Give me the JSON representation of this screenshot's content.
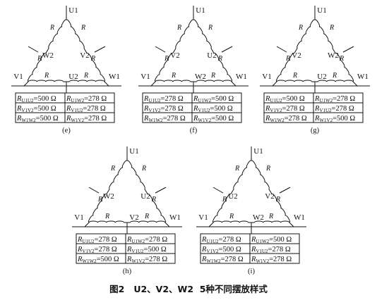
{
  "caption": "图2   U2、V2、W2  5种不同摆放样式",
  "panels": [
    {
      "id": "e",
      "label": "(e)",
      "corners": {
        "top": "U1",
        "left": "V1",
        "right": "W1"
      },
      "inner": {
        "left": "W2",
        "right": "V2",
        "bottom": "U2"
      },
      "r": "R",
      "table": [
        [
          {
            "sub": "U1U2",
            "val": "=500 Ω"
          },
          {
            "sub": "U1W2",
            "val": "=278 Ω"
          }
        ],
        [
          {
            "sub": "V1V2",
            "val": "=500 Ω"
          },
          {
            "sub": "V1U2",
            "val": "=278 Ω"
          }
        ],
        [
          {
            "sub": "W1W2",
            "val": "=500 Ω"
          },
          {
            "sub": "W1V2",
            "val": "=278 Ω"
          }
        ]
      ]
    },
    {
      "id": "f",
      "label": "(f)",
      "corners": {
        "top": "U1",
        "left": "V1",
        "right": "W1"
      },
      "inner": {
        "left": "V2",
        "right": "U2",
        "bottom": "W2"
      },
      "r": "R",
      "table": [
        [
          {
            "sub": "U1U2",
            "val": "=278 Ω"
          },
          {
            "sub": "U1W2",
            "val": "=500 Ω"
          }
        ],
        [
          {
            "sub": "V1V2",
            "val": "=278 Ω"
          },
          {
            "sub": "V1U2",
            "val": "=500 Ω"
          }
        ],
        [
          {
            "sub": "W1W2",
            "val": "=278 Ω"
          },
          {
            "sub": "W1V2",
            "val": "=500 Ω"
          }
        ]
      ]
    },
    {
      "id": "g",
      "label": "(g)",
      "corners": {
        "top": "U1",
        "left": "V1",
        "right": "W1"
      },
      "inner": {
        "left": "V2",
        "right": "W2",
        "bottom": "U2"
      },
      "r": "R",
      "table": [
        [
          {
            "sub": "U1U2",
            "val": "=500 Ω"
          },
          {
            "sub": "U1W2",
            "val": "=278 Ω"
          }
        ],
        [
          {
            "sub": "V1V2",
            "val": "=278 Ω"
          },
          {
            "sub": "V1U2",
            "val": "=278 Ω"
          }
        ],
        [
          {
            "sub": "W1W2",
            "val": "=278 Ω"
          },
          {
            "sub": "W1V2",
            "val": "=500 Ω"
          }
        ]
      ]
    },
    {
      "id": "h",
      "label": "(h)",
      "corners": {
        "top": "U1",
        "left": "V1",
        "right": "W1"
      },
      "inner": {
        "left": "W2",
        "right": "U2",
        "bottom": "V2"
      },
      "r": "R",
      "table": [
        [
          {
            "sub": "U1U2",
            "val": "=278 Ω"
          },
          {
            "sub": "U1W2",
            "val": "=278 Ω"
          }
        ],
        [
          {
            "sub": "V1V2",
            "val": "=278 Ω"
          },
          {
            "sub": "V1U2",
            "val": "=500 Ω"
          }
        ],
        [
          {
            "sub": "W1W2",
            "val": "=500 Ω"
          },
          {
            "sub": "W1V2",
            "val": "=278 Ω"
          }
        ]
      ]
    },
    {
      "id": "i",
      "label": "(i)",
      "corners": {
        "top": "U1",
        "left": "V1",
        "right": "W1"
      },
      "inner": {
        "left": "U2",
        "right": "V2",
        "bottom": "W2"
      },
      "r": "R",
      "table": [
        [
          {
            "sub": "U1U2",
            "val": "=278 Ω"
          },
          {
            "sub": "U1W2",
            "val": "=500 Ω"
          }
        ],
        [
          {
            "sub": "V1V2",
            "val": "=500 Ω"
          },
          {
            "sub": "V1U2",
            "val": "=278 Ω"
          }
        ],
        [
          {
            "sub": "W1W2",
            "val": "=278 Ω"
          },
          {
            "sub": "W1V2",
            "val": "=278 Ω"
          }
        ]
      ]
    }
  ]
}
